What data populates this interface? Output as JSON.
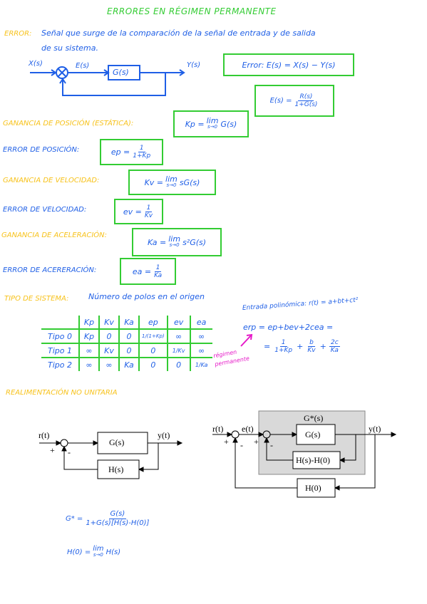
{
  "title": "ERRORES EN RÉGIMEN PERMANENTE",
  "error_def": {
    "label": "ERROR:",
    "text_line1": "Señal que surge de la comparación de la señal de entrada y de salida",
    "text_line2": "de su sistema."
  },
  "block1": {
    "input": "X(s)",
    "error": "E(s)",
    "block": "G(s)",
    "output": "Y(s)"
  },
  "error_formula": "Error: E(s) = X(s) − Y(s)",
  "e_formula": {
    "lhs": "E(s) =",
    "num": "R(s)",
    "den": "1+G(s)"
  },
  "sections": {
    "kp_label": "GANANCIA DE POSICIÓN (ESTÁTICA):",
    "kp_lhs": "Kp =",
    "kp_lim": "lim",
    "kp_sub": "s→0",
    "kp_rhs": "G(s)",
    "ep_label": "ERROR DE POSICIÓN:",
    "ep_lhs": "ep =",
    "ep_num": "1",
    "ep_den": "1+Kp",
    "kv_label": "GANANCIA DE VELOCIDAD:",
    "kv_lhs": "Kv =",
    "kv_lim": "lim",
    "kv_sub": "s→0",
    "kv_rhs": "sG(s)",
    "ev_label": "ERROR DE VELOCIDAD:",
    "ev_lhs": "ev =",
    "ev_num": "1",
    "ev_den": "Kv",
    "ka_label": "GANANCIA DE ACELERACIÓN:",
    "ka_lhs": "Ka =",
    "ka_lim": "lim",
    "ka_sub": "s→0",
    "ka_rhs": "s²G(s)",
    "ea_label": "ERROR DE ACERERACIÓN:",
    "ea_lhs": "ea =",
    "ea_num": "1",
    "ea_den": "Ka"
  },
  "tipo": {
    "label": "TIPO DE SISTEMA:",
    "text": "Número de polos en el origen"
  },
  "table": {
    "headers": [
      "",
      "Kp",
      "Kv",
      "Ka",
      "ep",
      "ev",
      "ea"
    ],
    "rows": [
      [
        "Tipo 0",
        "Kp",
        "0",
        "0",
        "1/(1+Kp)",
        "∞",
        "∞"
      ],
      [
        "Tipo 1",
        "∞",
        "Kv",
        "0",
        "0",
        "1/Kv",
        "∞"
      ],
      [
        "Tipo 2",
        "∞",
        "∞",
        "Ka",
        "0",
        "0",
        "1/Ka"
      ]
    ]
  },
  "poly": {
    "title": "Entrada polinómica: r(t) = a+bt+ct²",
    "line1": "erp = ep+bev+2cea =",
    "regimen": "régimen permanente",
    "t1n": "1",
    "t1d": "1+Kp",
    "t2n": "b",
    "t2d": "Kv",
    "t3n": "2c",
    "t3d": "Ka"
  },
  "realim": {
    "label": "REALIMENTACIÓN NO UNITARIA",
    "d1": {
      "r": "r(t)",
      "plus": "+",
      "minus": "-",
      "g": "G(s)",
      "y": "y(t)",
      "h": "H(s)"
    },
    "d2": {
      "gstar": "G*(s)",
      "r": "r(t)",
      "e": "e(t)",
      "plus1": "+",
      "minus1": "-",
      "plus2": "+",
      "minus2": "-",
      "g": "G(s)",
      "y": "y(t)",
      "hh": "H(s)-H(0)",
      "h0": "H(0)"
    }
  },
  "gstar_formula": {
    "lhs": "G* =",
    "num": "G(s)",
    "den": "1+G(s)[H(s)-H(0)]"
  },
  "h0_formula": {
    "lhs": "H(0) =",
    "lim": "lim",
    "sub": "s→0",
    "rhs": "H(s)"
  },
  "colors": {
    "green": "#33cc33",
    "yellow": "#f7c21b",
    "blue": "#1f5fe6",
    "pink": "#e619c8",
    "gray": "#d9d9d9"
  }
}
